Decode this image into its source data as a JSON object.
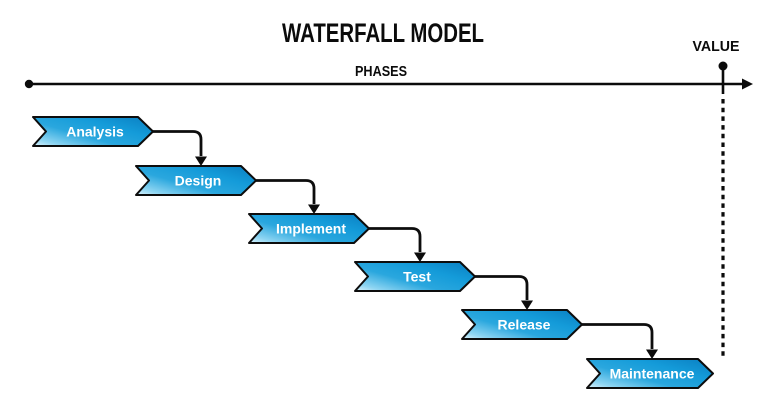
{
  "title": "WATERFALL MODEL",
  "axes": {
    "phases_label": "PHASES",
    "value_label": "VALUE"
  },
  "phases": [
    {
      "label": "Analysis"
    },
    {
      "label": "Design"
    },
    {
      "label": "Implement"
    },
    {
      "label": "Test"
    },
    {
      "label": "Release"
    },
    {
      "label": "Maintenance"
    }
  ],
  "colors": {
    "chevron_gradient_light": "#ddf3fc",
    "chevron_gradient_pale": "#8ed5f2",
    "chevron_gradient_mid": "#2aa7de",
    "chevron_gradient_deep": "#149bd9",
    "chevron_gradient_dark": "#0c84c6",
    "chevron_outline": "#0d0d0d",
    "chevron_text": "#ffffff",
    "line_color": "#0b0b0b",
    "background": "#ffffff"
  }
}
